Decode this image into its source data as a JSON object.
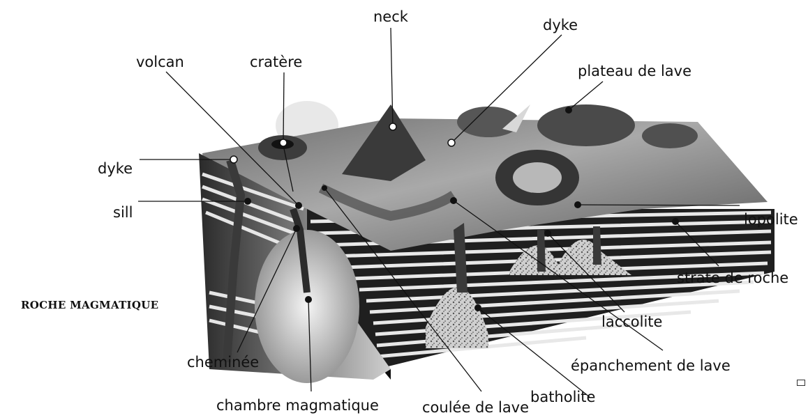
{
  "title": "ROCHE MAGMATIQUE",
  "labels": {
    "neck": "neck",
    "dyke_top": "dyke",
    "volcan": "volcan",
    "cratere": "cratère",
    "plateau": "plateau de lave",
    "dyke_left": "dyke",
    "sill": "sill",
    "lopolite": "lopolite",
    "strate": "strate de roche",
    "laccolite": "laccolite",
    "cheminee": "cheminée",
    "epanchement": "épanchement de lave",
    "batholite": "batholite",
    "chambre": "chambre magmatique",
    "coulee": "coulée de lave"
  },
  "colors": {
    "ink": "#111111",
    "block_dark": "#1a1a1a",
    "block_light": "#d9d9d9"
  }
}
